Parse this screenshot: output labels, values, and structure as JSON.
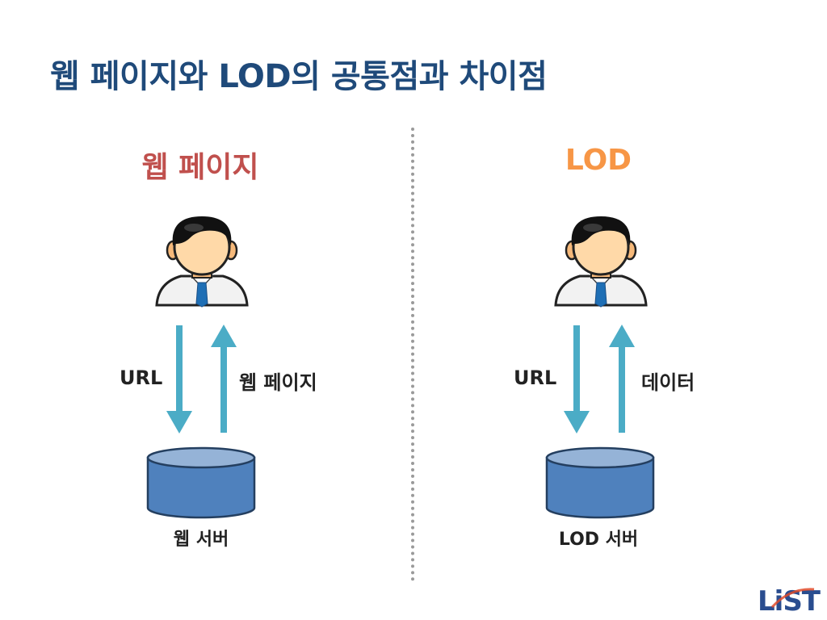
{
  "title": "웹 페이지와 LOD의 공통점과 차이점",
  "left": {
    "heading": "웹 페이지",
    "heading_color": "#c0504d",
    "request_label": "URL",
    "response_label": "웹 페이지",
    "server_label": "웹 서버"
  },
  "right": {
    "heading": "LOD",
    "heading_color": "#f79646",
    "request_label": "URL",
    "response_label": "데이터",
    "server_label": "LOD 서버"
  },
  "icons": {
    "user": "user-icon",
    "database": "database-icon",
    "arrow_down": "arrow-down-icon",
    "arrow_up": "arrow-up-icon"
  },
  "colors": {
    "title": "#1f4a7a",
    "arrow": "#4bacc6",
    "database_fill": "#4f81bd",
    "database_top": "#95b3d7"
  },
  "logo": {
    "text": "LiST"
  }
}
